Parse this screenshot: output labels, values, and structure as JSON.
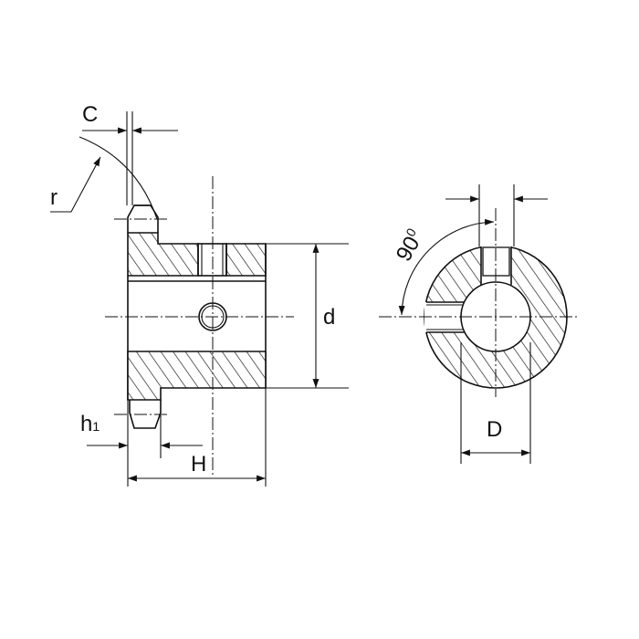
{
  "labels": {
    "chamfer": "C",
    "radius": "r",
    "bore_diameter": "d",
    "tooth_width_main": "h",
    "tooth_width_sub": "1",
    "hub_length": "H",
    "angle_main": "90",
    "angle_sup": "0",
    "outer_diameter": "D"
  },
  "colors": {
    "line": "#111111",
    "background": "#ffffff"
  }
}
